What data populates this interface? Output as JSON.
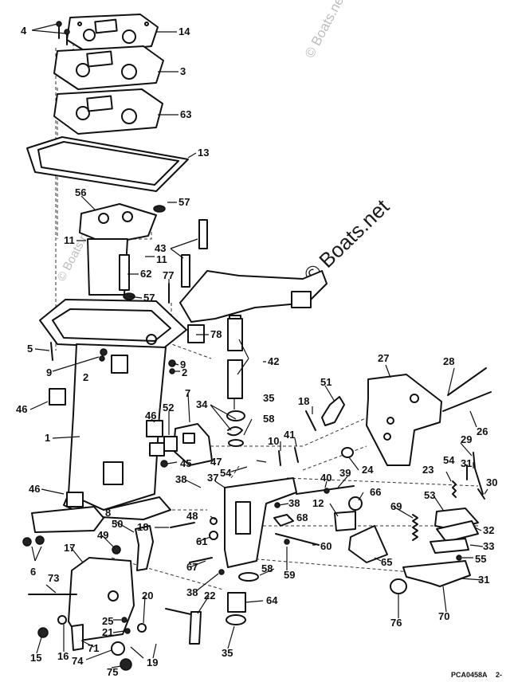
{
  "watermark": "© Boats.net",
  "reference_code": "PCA0458A",
  "page_fragment": "2-",
  "callouts": [
    {
      "id": "c-4",
      "label": "4"
    },
    {
      "id": "c-14",
      "label": "14"
    },
    {
      "id": "c-3",
      "label": "3"
    },
    {
      "id": "c-63",
      "label": "63"
    },
    {
      "id": "c-13",
      "label": "13"
    },
    {
      "id": "c-56",
      "label": "56"
    },
    {
      "id": "c-57a",
      "label": "57"
    },
    {
      "id": "c-11a",
      "label": "11"
    },
    {
      "id": "c-11b",
      "label": "11"
    },
    {
      "id": "c-43",
      "label": "43"
    },
    {
      "id": "c-62",
      "label": "62"
    },
    {
      "id": "c-77",
      "label": "77"
    },
    {
      "id": "c-57b",
      "label": "57"
    },
    {
      "id": "c-78",
      "label": "78"
    },
    {
      "id": "c-5",
      "label": "5"
    },
    {
      "id": "c-9a",
      "label": "9"
    },
    {
      "id": "c-2a",
      "label": "2"
    },
    {
      "id": "c-9b",
      "label": "9"
    },
    {
      "id": "c-2b",
      "label": "2"
    },
    {
      "id": "c-42",
      "label": "42"
    },
    {
      "id": "c-27",
      "label": "27"
    },
    {
      "id": "c-28",
      "label": "28"
    },
    {
      "id": "c-46a",
      "label": "46"
    },
    {
      "id": "c-7",
      "label": "7"
    },
    {
      "id": "c-35a",
      "label": "35"
    },
    {
      "id": "c-51",
      "label": "51"
    },
    {
      "id": "c-18a",
      "label": "18"
    },
    {
      "id": "c-34",
      "label": "34"
    },
    {
      "id": "c-58a",
      "label": "58"
    },
    {
      "id": "c-26",
      "label": "26"
    },
    {
      "id": "c-1",
      "label": "1"
    },
    {
      "id": "c-46b",
      "label": "46"
    },
    {
      "id": "c-52",
      "label": "52"
    },
    {
      "id": "c-10",
      "label": "10"
    },
    {
      "id": "c-41",
      "label": "41"
    },
    {
      "id": "c-29",
      "label": "29"
    },
    {
      "id": "c-47",
      "label": "47"
    },
    {
      "id": "c-45",
      "label": "45"
    },
    {
      "id": "c-54a",
      "label": "54"
    },
    {
      "id": "c-24",
      "label": "24"
    },
    {
      "id": "c-23",
      "label": "23"
    },
    {
      "id": "c-54b",
      "label": "54"
    },
    {
      "id": "c-31a",
      "label": "31"
    },
    {
      "id": "c-30",
      "label": "30"
    },
    {
      "id": "c-46c",
      "label": "46"
    },
    {
      "id": "c-38a",
      "label": "38"
    },
    {
      "id": "c-37",
      "label": "37"
    },
    {
      "id": "c-40",
      "label": "40"
    },
    {
      "id": "c-39",
      "label": "39"
    },
    {
      "id": "c-66",
      "label": "66"
    },
    {
      "id": "c-8",
      "label": "8"
    },
    {
      "id": "c-38b",
      "label": "38"
    },
    {
      "id": "c-12",
      "label": "12"
    },
    {
      "id": "c-53",
      "label": "53"
    },
    {
      "id": "c-69",
      "label": "69"
    },
    {
      "id": "c-50",
      "label": "50"
    },
    {
      "id": "c-18b",
      "label": "18"
    },
    {
      "id": "c-48",
      "label": "48"
    },
    {
      "id": "c-68",
      "label": "68"
    },
    {
      "id": "c-32",
      "label": "32"
    },
    {
      "id": "c-49",
      "label": "49"
    },
    {
      "id": "c-61",
      "label": "61"
    },
    {
      "id": "c-60",
      "label": "60"
    },
    {
      "id": "c-33",
      "label": "33"
    },
    {
      "id": "c-6",
      "label": "6"
    },
    {
      "id": "c-17",
      "label": "17"
    },
    {
      "id": "c-67",
      "label": "67"
    },
    {
      "id": "c-65",
      "label": "65"
    },
    {
      "id": "c-55",
      "label": "55"
    },
    {
      "id": "c-59",
      "label": "59"
    },
    {
      "id": "c-58b",
      "label": "58"
    },
    {
      "id": "c-31b",
      "label": "31"
    },
    {
      "id": "c-73",
      "label": "73"
    },
    {
      "id": "c-38c",
      "label": "38"
    },
    {
      "id": "c-22",
      "label": "22"
    },
    {
      "id": "c-20",
      "label": "20"
    },
    {
      "id": "c-64",
      "label": "64"
    },
    {
      "id": "c-76",
      "label": "76"
    },
    {
      "id": "c-70",
      "label": "70"
    },
    {
      "id": "c-25",
      "label": "25"
    },
    {
      "id": "c-21",
      "label": "21"
    },
    {
      "id": "c-15",
      "label": "15"
    },
    {
      "id": "c-16",
      "label": "16"
    },
    {
      "id": "c-71",
      "label": "71"
    },
    {
      "id": "c-19",
      "label": "19"
    },
    {
      "id": "c-74",
      "label": "74"
    },
    {
      "id": "c-75",
      "label": "75"
    },
    {
      "id": "c-35b",
      "label": "35"
    }
  ]
}
